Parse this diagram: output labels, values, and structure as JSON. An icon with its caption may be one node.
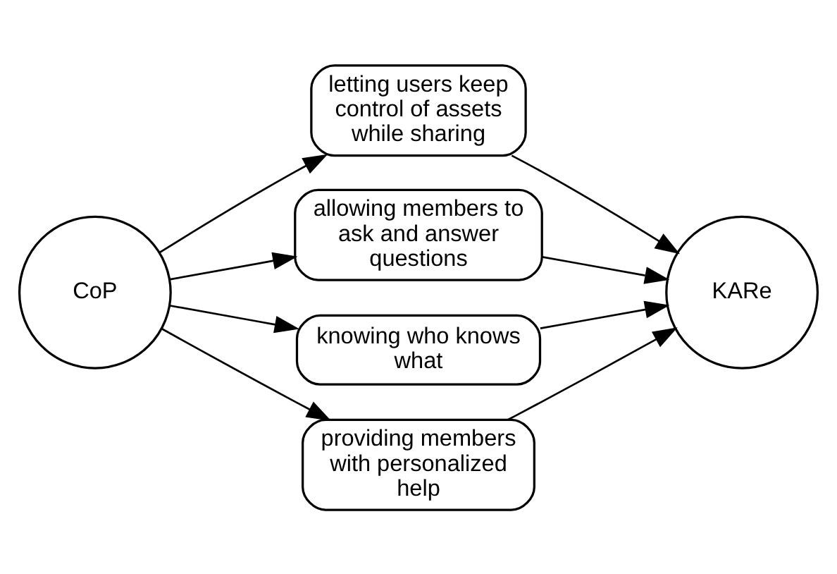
{
  "diagram": {
    "nodes": [
      {
        "text": [
          "CoP"
        ]
      },
      {
        "text": [
          "letting users keep control of assets while sharing"
        ]
      },
      {
        "text": [
          "allowing members to ask and answer questions"
        ]
      },
      {
        "text": [
          "knowing who knows what"
        ]
      },
      {
        "text": [
          "providing members with personalized help"
        ]
      },
      {
        "text": [
          "KARe"
        ]
      }
    ],
    "edges": [
      {
        "from": 0,
        "to": 1,
        "arrow": "to"
      },
      {
        "from": 0,
        "to": 2,
        "arrow": "to"
      },
      {
        "from": 0,
        "to": 3,
        "arrow": "to"
      },
      {
        "from": 0,
        "to": 4,
        "arrow": "to"
      },
      {
        "from": 1,
        "to": 5,
        "arrow": "to"
      },
      {
        "from": 2,
        "to": 5,
        "arrow": "to"
      },
      {
        "from": 3,
        "to": 5,
        "arrow": "to"
      },
      {
        "from": 4,
        "to": 5,
        "arrow": "to"
      }
    ]
  }
}
